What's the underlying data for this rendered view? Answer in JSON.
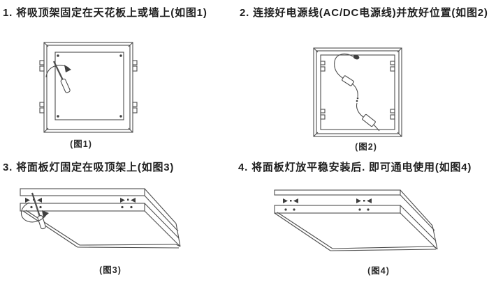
{
  "colors": {
    "background": "#ffffff",
    "text": "#1f1f1f",
    "line": "#4d4d4d"
  },
  "steps": [
    {
      "text": "1. 将吸顶架固定在天花板上或墙上(如图1)",
      "caption": "(图1)",
      "figure": "ceiling-mount-frame-with-screwdriver"
    },
    {
      "text": "2. 连接好电源线(AC/DC电源线)并放好位置(如图2)",
      "caption": "(图2)",
      "figure": "ceiling-mount-frame-with-power-cable"
    },
    {
      "text": "3. 将面板灯固定在吸顶架上(如图3)",
      "caption": "(图3)",
      "figure": "panel-light-tilted-into-frame-with-screwdriver"
    },
    {
      "text": "4. 将面板灯放平稳安装后. 即可通电使用(如图4)",
      "caption": "(图4)",
      "figure": "panel-light-installed-flat"
    }
  ]
}
